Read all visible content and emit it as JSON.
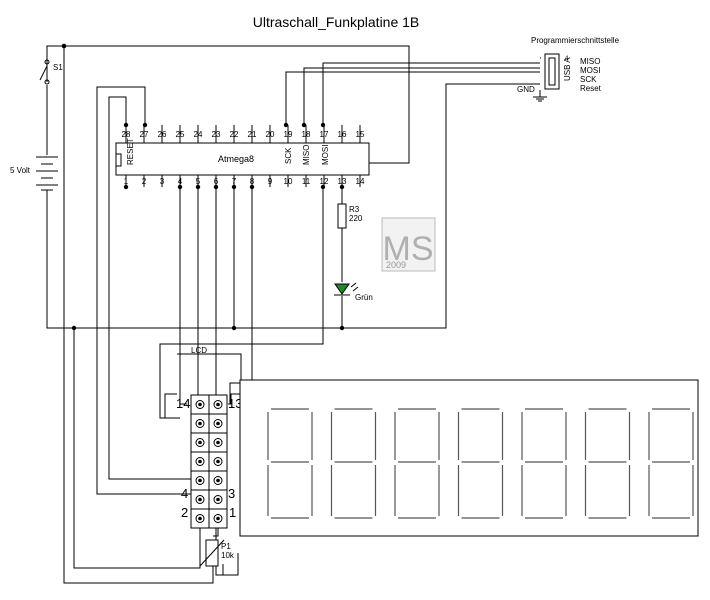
{
  "title": "Ultraschall_Funkplatine 1B",
  "mcu": {
    "name": "Atmega8",
    "top_pins": [
      "28",
      "27",
      "26",
      "25",
      "24",
      "23",
      "22",
      "21",
      "20",
      "19",
      "18",
      "17",
      "16",
      "15"
    ],
    "bottom_pins": [
      "1",
      "2",
      "3",
      "4",
      "5",
      "6",
      "7",
      "8",
      "9",
      "10",
      "11",
      "12",
      "13",
      "14"
    ],
    "reset_label": "RESET",
    "sck_label": "SCK",
    "miso_label": "MISO",
    "mosi_label": "MOSI"
  },
  "switch_label": "S1",
  "battery_label": "5 Volt",
  "prog": {
    "title": "Programmierschnittstelle",
    "signals": [
      "MISO",
      "MOSI",
      "SCK",
      "Reset"
    ],
    "gnd": "GND",
    "connector": "USB A",
    "pin_count": "4"
  },
  "resistor": {
    "name": "R3",
    "value": "220"
  },
  "led_label": "Grün",
  "lcd": {
    "label": "LCD",
    "pin_labels": {
      "p14": "14",
      "p13": "13",
      "p4": "4",
      "p3": "3",
      "p2": "2",
      "p1": "1"
    },
    "digit_count": 7
  },
  "pot": {
    "name": "P1",
    "value": "10k"
  },
  "logo": {
    "initials": "MS",
    "year": "2009"
  }
}
